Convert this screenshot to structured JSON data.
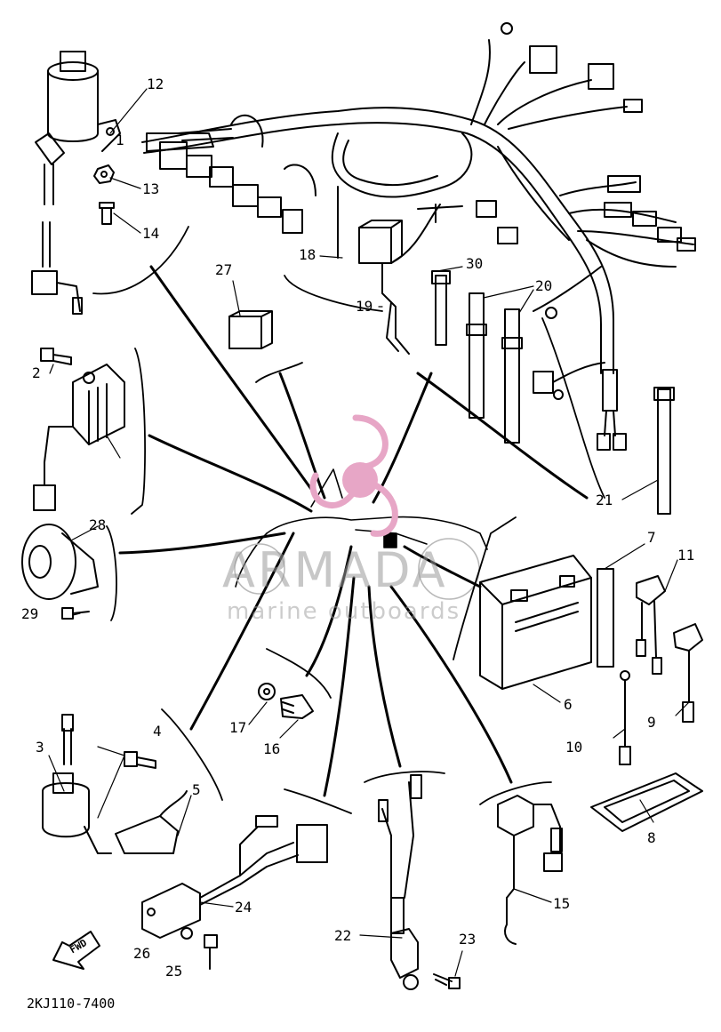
{
  "diagram": {
    "part_numbers": [
      "1",
      "2",
      "3",
      "4",
      "5",
      "6",
      "7",
      "8",
      "9",
      "10",
      "11",
      "12",
      "13",
      "14",
      "15",
      "16",
      "17",
      "18",
      "19",
      "20",
      "21",
      "22",
      "23",
      "24",
      "25",
      "26",
      "27",
      "28",
      "29",
      "30"
    ],
    "fwd_label": "FWD",
    "drawing_code": "2KJ110-7400"
  },
  "watermark": {
    "brand": "ARMADA",
    "tagline": "marine outboards",
    "logo_color": "#e7a6c6"
  }
}
